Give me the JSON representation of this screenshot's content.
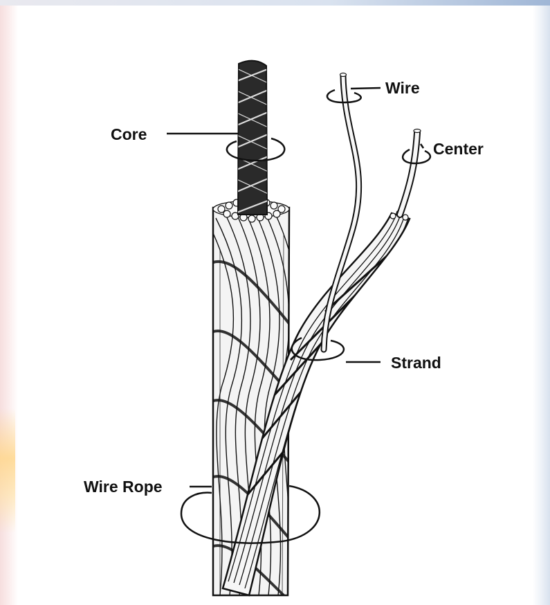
{
  "labels": {
    "wire": "Wire",
    "center": "Center",
    "core": "Core",
    "strand": "Strand",
    "wire_rope": "Wire Rope"
  },
  "colors": {
    "ink": "#111111",
    "background": "#ffffff",
    "edge_left": "#f6dede",
    "edge_right": "#d8e1ee"
  }
}
